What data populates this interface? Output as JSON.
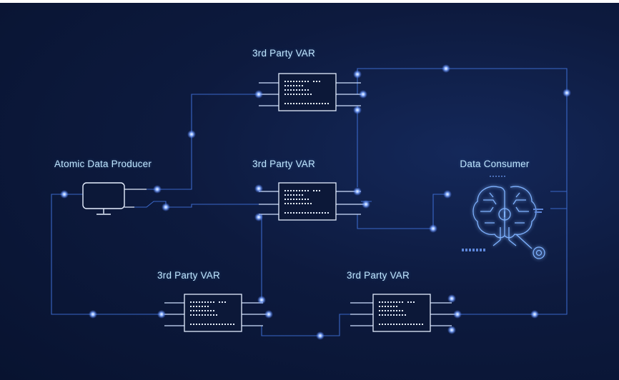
{
  "diagram": {
    "producer": {
      "label": "Atomic Data Producer",
      "icon": "monitor-icon"
    },
    "consumer": {
      "label": "Data Consumer",
      "icon": "circuit-brain-icon"
    },
    "vars": [
      {
        "id": "var-top",
        "label": "3rd Party VAR"
      },
      {
        "id": "var-middle",
        "label": "3rd Party VAR"
      },
      {
        "id": "var-bottom-left",
        "label": "3rd Party VAR"
      },
      {
        "id": "var-bottom-right",
        "label": "3rd Party VAR"
      }
    ]
  },
  "colors": {
    "background": "#0b1736",
    "circuit_line": "#4a7fe0",
    "glow": "#5b8dff",
    "label_text": "#bfe6ff",
    "chip_stroke": "#dbe8ff"
  }
}
